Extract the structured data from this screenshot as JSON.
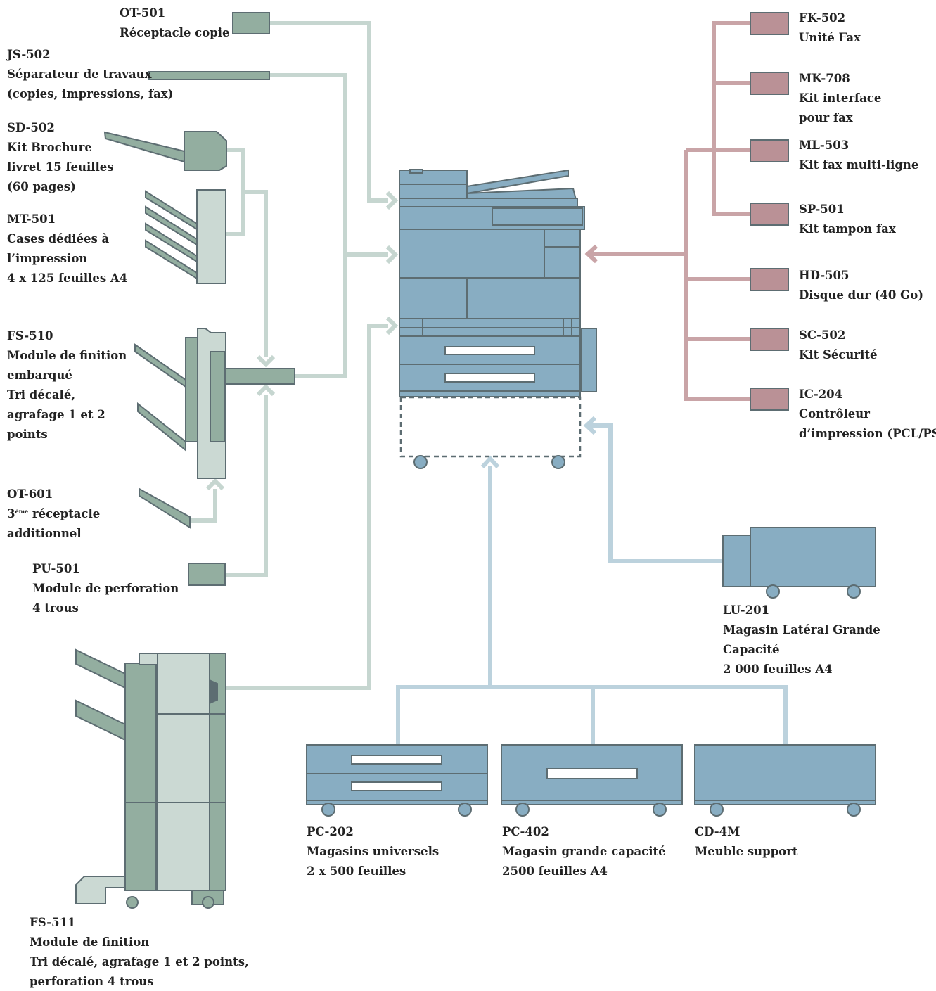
{
  "colors": {
    "green_line": "#c6d6d0",
    "green_fill": "#93aea0",
    "green_light": "#cbd9d3",
    "red_line": "#c9a4a7",
    "red_fill": "#ba9196",
    "blue_line": "#bcd2dd",
    "blue_fill": "#88adc2",
    "outline": "#5d6d72",
    "text": "#222222"
  },
  "left_options": {
    "ot501": {
      "code": "OT-501",
      "desc": "Réceptacle copie"
    },
    "js502": {
      "code": "JS-502",
      "l1": "Séparateur de travaux",
      "l2": "(copies, impressions, fax)"
    },
    "sd502": {
      "code": "SD-502",
      "l1": "Kit Brochure",
      "l2": "livret 15 feuilles",
      "l3": "(60 pages)"
    },
    "mt501": {
      "code": "MT-501",
      "l1": "Cases dédiées à",
      "l2": "l’impression",
      "l3": "4 x 125 feuilles A4"
    },
    "fs510": {
      "code": "FS-510",
      "l1": "Module de finition",
      "l2": "embarqué",
      "l3": "Tri décalé,",
      "l4": "agrafage 1 et 2",
      "l5": "points"
    },
    "ot601": {
      "code": "OT-601",
      "num": "3",
      "sup": "ème",
      "l1": " réceptacle",
      "l2": "additionnel"
    },
    "pu501": {
      "code": "PU-501",
      "l1": "Module de perforation",
      "l2": "4 trous"
    },
    "fs511": {
      "code": "FS-511",
      "l1": "Module de finition",
      "l2": "Tri décalé, agrafage 1 et 2 points,",
      "l3": "perforation 4 trous"
    }
  },
  "right_options": {
    "fk502": {
      "code": "FK-502",
      "l1": "Unité Fax"
    },
    "mk708": {
      "code": "MK-708",
      "l1": "Kit interface",
      "l2": "pour fax"
    },
    "ml503": {
      "code": "ML-503",
      "l1": "Kit fax multi-ligne"
    },
    "sp501": {
      "code": "SP-501",
      "l1": "Kit tampon fax"
    },
    "hd505": {
      "code": "HD-505",
      "l1": "Disque dur (40 Go)"
    },
    "sc502": {
      "code": "SC-502",
      "l1": "Kit Sécurité"
    },
    "ic204": {
      "code": "IC-204",
      "l1": "Contrôleur",
      "l2": "d’impression (PCL/PS)"
    }
  },
  "bottom_options": {
    "lu201": {
      "code": "LU-201",
      "l1": "Magasin Latéral Grande",
      "l2": "Capacité",
      "l3": "2 000 feuilles A4"
    },
    "pc202": {
      "code": "PC-202",
      "l1": "Magasins universels",
      "l2": "2 x 500 feuilles"
    },
    "pc402": {
      "code": "PC-402",
      "l1": "Magasin grande capacité",
      "l2": "2500 feuilles A4"
    },
    "cd4m": {
      "code": "CD-4M",
      "l1": "Meuble support"
    }
  }
}
